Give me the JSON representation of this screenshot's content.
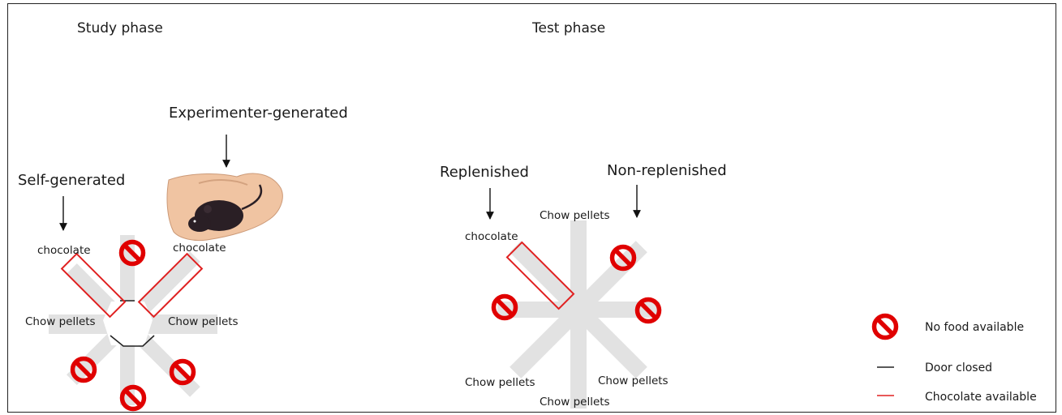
{
  "study": {
    "title": "Study phase",
    "self_generated": "Self-generated",
    "experimenter_generated": "Experimenter-generated",
    "chocolate_left": "chocolate",
    "chocolate_right": "chocolate",
    "chow_left": "Chow pellets",
    "chow_right": "Chow pellets"
  },
  "test": {
    "title": "Test phase",
    "replenished": "Replenished",
    "non_replenished": "Non-replenished",
    "chocolate": "chocolate",
    "chow_top": "Chow pellets",
    "chow_bottom_left": "Chow pellets",
    "chow_bottom_right": "Chow pellets",
    "chow_bottom": "Chow pellets"
  },
  "legend": {
    "no_food": "No food available",
    "door_closed": "Door closed",
    "chocolate_available": "Chocolate available"
  },
  "colors": {
    "no_food": "#e00000",
    "chocolate_outline": "#e02020",
    "arm_fill": "#e2e2e2",
    "door": "#222222"
  }
}
